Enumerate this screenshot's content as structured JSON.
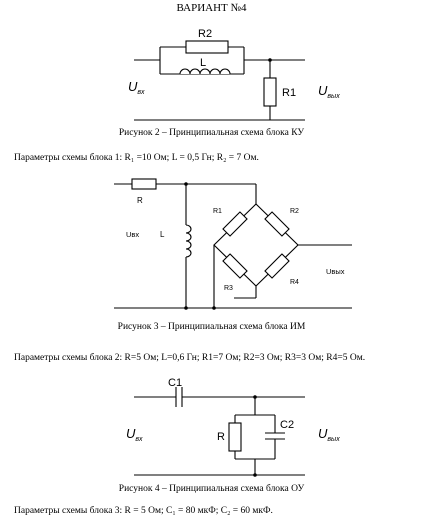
{
  "document": {
    "title": "ВАРИАНТ №4"
  },
  "figure2": {
    "caption": "Рисунок 2 – Принципиальная схема блока КУ",
    "labels": {
      "r2": "R2",
      "l": "L",
      "r1": "R1",
      "uin_main": "U",
      "uin_sub": "вх",
      "uout_main": "U",
      "uout_sub": "вых"
    }
  },
  "params1": "Параметры схемы блока 1: R₁ =10 Ом; L = 0,5 Гн; R₂ = 7 Ом.",
  "figure3": {
    "caption": "Рисунок 3 – Принципиальная схема блока ИМ",
    "labels": {
      "r": "R",
      "l": "L",
      "r1": "R1",
      "r2": "R2",
      "r3": "R3",
      "r4": "R4",
      "uin": "Uвх",
      "uout": "Uвых"
    }
  },
  "params2": "Параметры схемы блока 2: R=5 Ом; L=0,6 Гн; R1=7 Ом; R2=3 Ом; R3=3 Ом; R4=5 Ом.",
  "figure4": {
    "caption": "Рисунок 4 – Принципиальная схема блока ОУ",
    "labels": {
      "c1": "C1",
      "r": "R",
      "c2": "C2",
      "uin_main": "U",
      "uin_sub": "вх",
      "uout_main": "U",
      "uout_sub": "вых"
    }
  },
  "params3": "Параметры схемы блока 3: R = 5 Ом; C₁ = 80 мкФ; C₂ = 60 мкФ."
}
